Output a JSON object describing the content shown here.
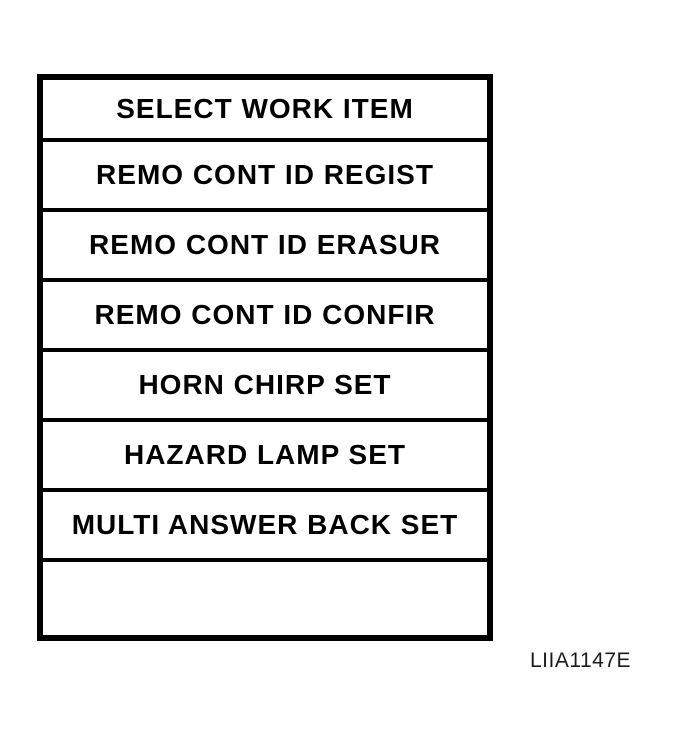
{
  "screen": {
    "title": "SELECT WORK ITEM",
    "items": [
      "REMO CONT ID REGIST",
      "REMO CONT ID ERASUR",
      "REMO CONT ID CONFIR",
      "HORN CHIRP SET",
      "HAZARD LAMP SET",
      "MULTI ANSWER BACK SET",
      ""
    ]
  },
  "figure_code": "LIIA1147E",
  "colors": {
    "line": "#000000",
    "background": "#ffffff",
    "text": "#000000"
  }
}
